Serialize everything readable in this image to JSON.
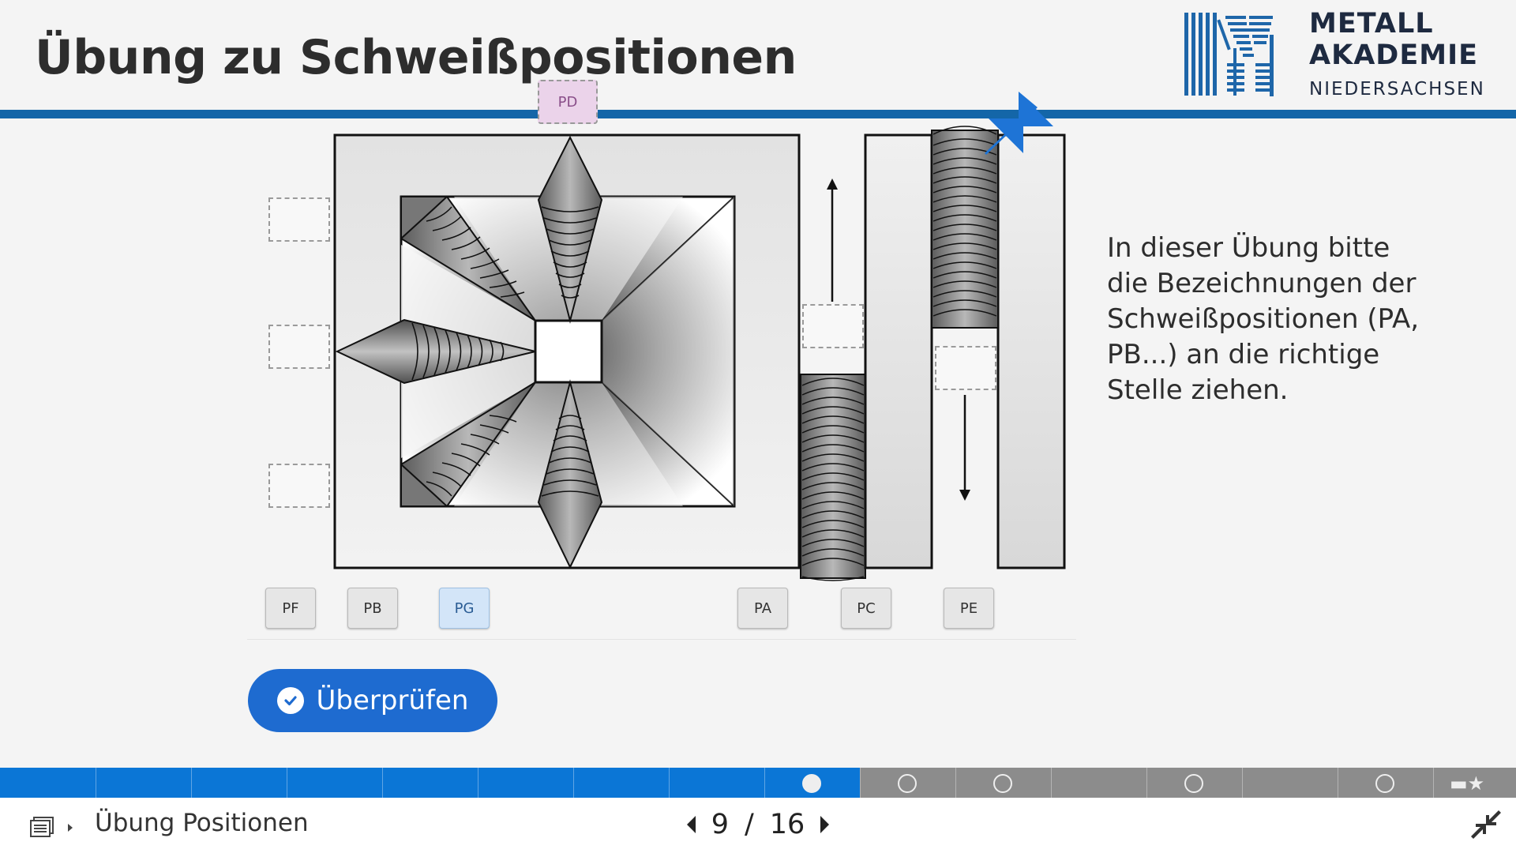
{
  "header": {
    "title": "Übung zu Schweißpositionen",
    "accent_color": "#1466a8"
  },
  "logo": {
    "line1": "METALL",
    "line2": "AKADEMIE",
    "line3": "NIEDERSACHSEN",
    "color": "#1e66a9"
  },
  "exercise": {
    "placed_chip": "PD",
    "chips": [
      "PF",
      "PB",
      "PG",
      "PA",
      "PC",
      "PE"
    ],
    "selected_chip": "PG",
    "instruction": "In dieser Übung bitte die Bezeichnungen der Schweißpositionen (PA, PB...) an die richtige Stelle ziehen.",
    "check_button": "Überprüfen",
    "diagram_icons": [
      "weld-positions-diagram",
      "minimize-arrows-icon",
      "up-arrow",
      "down-arrow"
    ]
  },
  "progress": {
    "segments": 16,
    "current": 9,
    "fill_fraction": 0.567,
    "accent_color": "#0b76d6"
  },
  "footer": {
    "breadcrumb": "Übung Positionen",
    "page_current": "9",
    "page_separator": "/",
    "page_total": "16",
    "icons": [
      "menu-icon",
      "chevron-right-icon",
      "prev-page-icon",
      "next-page-icon",
      "collapse-icon"
    ]
  }
}
